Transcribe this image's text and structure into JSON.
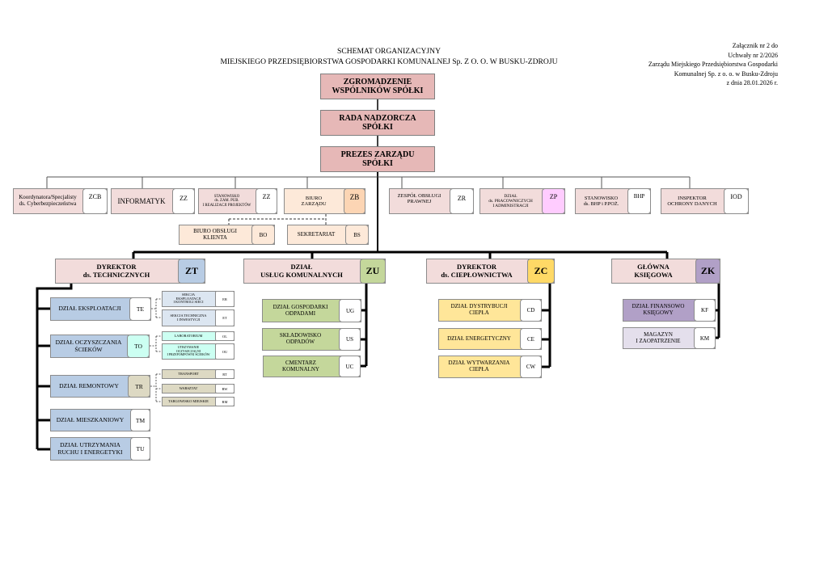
{
  "header": {
    "title": "SCHEMAT ORGANIZACYJNY",
    "subtitle": "MIEJSKIEGO PRZEDSIĘBIORSTWA GOSPODARKI KOMUNALNEJ Sp.  Z O. O.  W BUSKU-ZDROJU"
  },
  "annex": {
    "line1": "Załącznik nr 2 do",
    "line2": "Uchwały nr 2/2026",
    "line3": "Zarządu Miejskiego Przedsiębiorstwa Gospodarki",
    "line4": "Komunalnej Sp. z o. o. w Busku-Zdroju",
    "line5": "z dnia 28.01.2026 r."
  },
  "top": {
    "assembly": "ZGROMADZENIE\nWSPÓLNIKÓW SPÓŁKI",
    "board": "RADA NADZORCZA\nSPÓŁKI",
    "president": "PREZES ZARZĄDU\nSPÓŁKI"
  },
  "staff": [
    {
      "label": "Koordynatora/Specjalisty\nds. Cyberbezpieczeństwa",
      "code": "ZCB"
    },
    {
      "label": "INFORMATYK",
      "code": "ZZ"
    },
    {
      "label": "STANOWISKO\nds. ZAM. PUB.\nI REALIZACJI PROJEKTÓW",
      "code": "ZZ"
    },
    {
      "label": "BIURO\nZARZĄDU",
      "code": "ZB"
    },
    {
      "label": "ZESPÓŁ OBSŁUGI\nPRAWNEJ",
      "code": "ZR"
    },
    {
      "label": "DZIAŁ\nds. PRACOWNICZYCH\nI ADMINISTRACJI",
      "code": "ZP"
    },
    {
      "label": "STANOWISKO\nds. BHP i P.POŻ.",
      "code": "BHP"
    },
    {
      "label": "INSPEKTOR\nOCHRONY DANYCH",
      "code": "IOD"
    }
  ],
  "office": [
    {
      "label": "BIURO OBSŁUGI\nKLIENTA",
      "code": "BO"
    },
    {
      "label": "SEKRETARIAT",
      "code": "BS"
    }
  ],
  "directors": [
    {
      "label": "DYREKTOR\nds. TECHNICZNYCH",
      "code": "ZT"
    },
    {
      "label": "DZIAŁ\nUSŁUG KOMUNALNYCH",
      "code": "ZU"
    },
    {
      "label": "DYREKTOR\nds. CIEPŁOWNICTWA",
      "code": "ZC"
    },
    {
      "label": "GŁÓWNA\nKSIĘGOWA",
      "code": "ZK"
    }
  ],
  "technical": [
    {
      "label": "DZIAŁ EKSPLOATACJI",
      "code": "TE"
    },
    {
      "label": "DZIAŁ OCZYSZCZANIA\nŚCIEKÓW",
      "code": "TO"
    },
    {
      "label": "DZIAŁ REMONTOWY",
      "code": "TR"
    },
    {
      "label": "DZIAŁ MIESZKANIOWY",
      "code": "TM"
    },
    {
      "label": "DZIAŁ UTRZYMANIA\nRUCHU I ENERGETYKI",
      "code": "TU"
    }
  ],
  "technical_sections": [
    {
      "label": "SEKCJA\nEKSPLOATACJI\nI KONTROLI SIECI",
      "code": "ER"
    },
    {
      "label": "SEKCJA TECHNICZNA\nI INWESTYCJI",
      "code": "ET"
    },
    {
      "label": "LABORATORIUM",
      "code": "OL"
    },
    {
      "label": "UTRZYMANIE\nOCZYSZCZALNI\nI PRZEPOMPOWNI ŚCIEKÓW",
      "code": "OU"
    },
    {
      "label": "TRANSPORT",
      "code": "RT"
    },
    {
      "label": "WARSZTAT",
      "code": "RW"
    },
    {
      "label": "TARGOWISKO MIEJSKIE",
      "code": "RM"
    }
  ],
  "communal": [
    {
      "label": "DZIAŁ GOSPODARKI\nODPADAMI",
      "code": "UG"
    },
    {
      "label": "SKŁADOWISKO\nODPADÓW",
      "code": "US"
    },
    {
      "label": "CMENTARZ\nKOMUNALNY",
      "code": "UC"
    }
  ],
  "heating": [
    {
      "label": "DZIAŁ DYSTRYBUCJI\nCIEPŁA",
      "code": "CD"
    },
    {
      "label": "DZIAŁ ENERGETYCZNY",
      "code": "CE"
    },
    {
      "label": "DZIAŁ WYTWARZANIA\nCIEPŁA",
      "code": "CW"
    }
  ],
  "accounting": [
    {
      "label": "DZIAŁ FINANSOWO\nKSIĘGOWY",
      "code": "KF"
    },
    {
      "label": "MAGAZYN\nI ZAOPATRZENIE",
      "code": "KM"
    }
  ],
  "colors": {
    "top_box": "#e6b8b7",
    "staff_box": "#f2dcdb",
    "office_box": "#fde9d9",
    "office_code": "#fcd5b4",
    "hr_code": "#ffccff",
    "technical": "#b8cce4",
    "section_blue": "#dce6f1",
    "sewage": "#ccfff2",
    "repair": "#ddd9c3",
    "communal": "#c4d79b",
    "heating_code": "#ffd966",
    "heating": "#ffe699",
    "accounting": "#b1a0c7",
    "storage": "#e4dfec",
    "white": "#ffffff"
  }
}
